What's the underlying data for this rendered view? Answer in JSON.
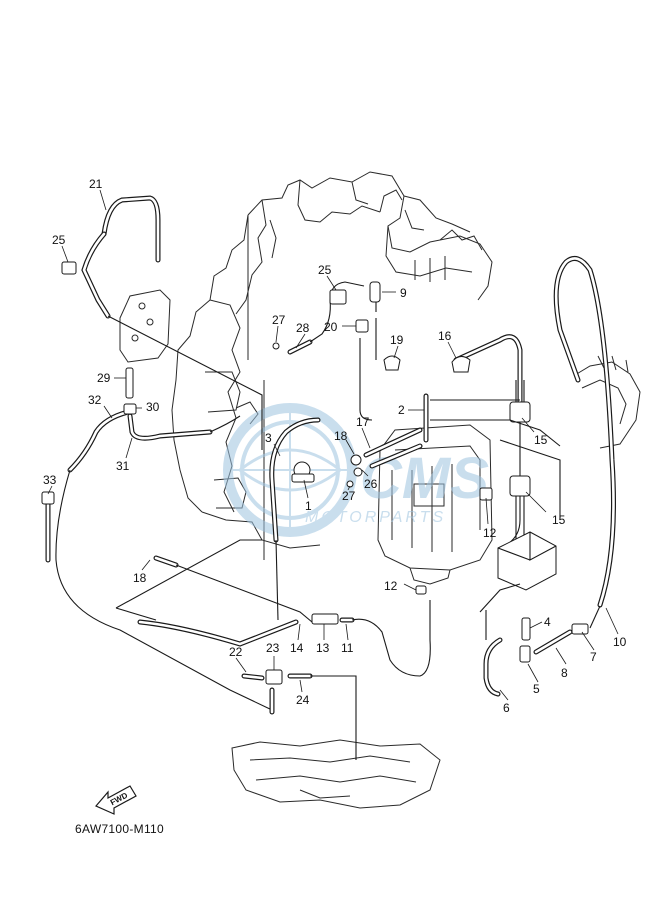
{
  "diagram": {
    "code": "6AW7100-M110",
    "fwd_label": "FWD",
    "watermark": {
      "brand": "CMS",
      "subtitle": "MOTORPARTS",
      "color": "#9ec4e0"
    },
    "callouts": [
      {
        "id": "c21",
        "text": "21"
      },
      {
        "id": "c25a",
        "text": "25"
      },
      {
        "id": "c25b",
        "text": "25"
      },
      {
        "id": "c9",
        "text": "9"
      },
      {
        "id": "c27a",
        "text": "27"
      },
      {
        "id": "c28",
        "text": "28"
      },
      {
        "id": "c20",
        "text": "20"
      },
      {
        "id": "c19",
        "text": "19"
      },
      {
        "id": "c16",
        "text": "16"
      },
      {
        "id": "c29",
        "text": "29"
      },
      {
        "id": "c32",
        "text": "32"
      },
      {
        "id": "c30",
        "text": "30"
      },
      {
        "id": "c31",
        "text": "31"
      },
      {
        "id": "c2",
        "text": "2"
      },
      {
        "id": "c17",
        "text": "17"
      },
      {
        "id": "c15a",
        "text": "15"
      },
      {
        "id": "c3",
        "text": "3"
      },
      {
        "id": "c18a",
        "text": "18"
      },
      {
        "id": "c1",
        "text": "1"
      },
      {
        "id": "c26",
        "text": "26"
      },
      {
        "id": "c27b",
        "text": "27"
      },
      {
        "id": "c33",
        "text": "33"
      },
      {
        "id": "c15b",
        "text": "15"
      },
      {
        "id": "c12a",
        "text": "12"
      },
      {
        "id": "c18b",
        "text": "18"
      },
      {
        "id": "c12b",
        "text": "12"
      },
      {
        "id": "c4",
        "text": "4"
      },
      {
        "id": "c14",
        "text": "14"
      },
      {
        "id": "c13",
        "text": "13"
      },
      {
        "id": "c11",
        "text": "11"
      },
      {
        "id": "c7",
        "text": "7"
      },
      {
        "id": "c10",
        "text": "10"
      },
      {
        "id": "c22",
        "text": "22"
      },
      {
        "id": "c23",
        "text": "23"
      },
      {
        "id": "c8",
        "text": "8"
      },
      {
        "id": "c5",
        "text": "5"
      },
      {
        "id": "c24",
        "text": "24"
      },
      {
        "id": "c6",
        "text": "6"
      }
    ]
  }
}
